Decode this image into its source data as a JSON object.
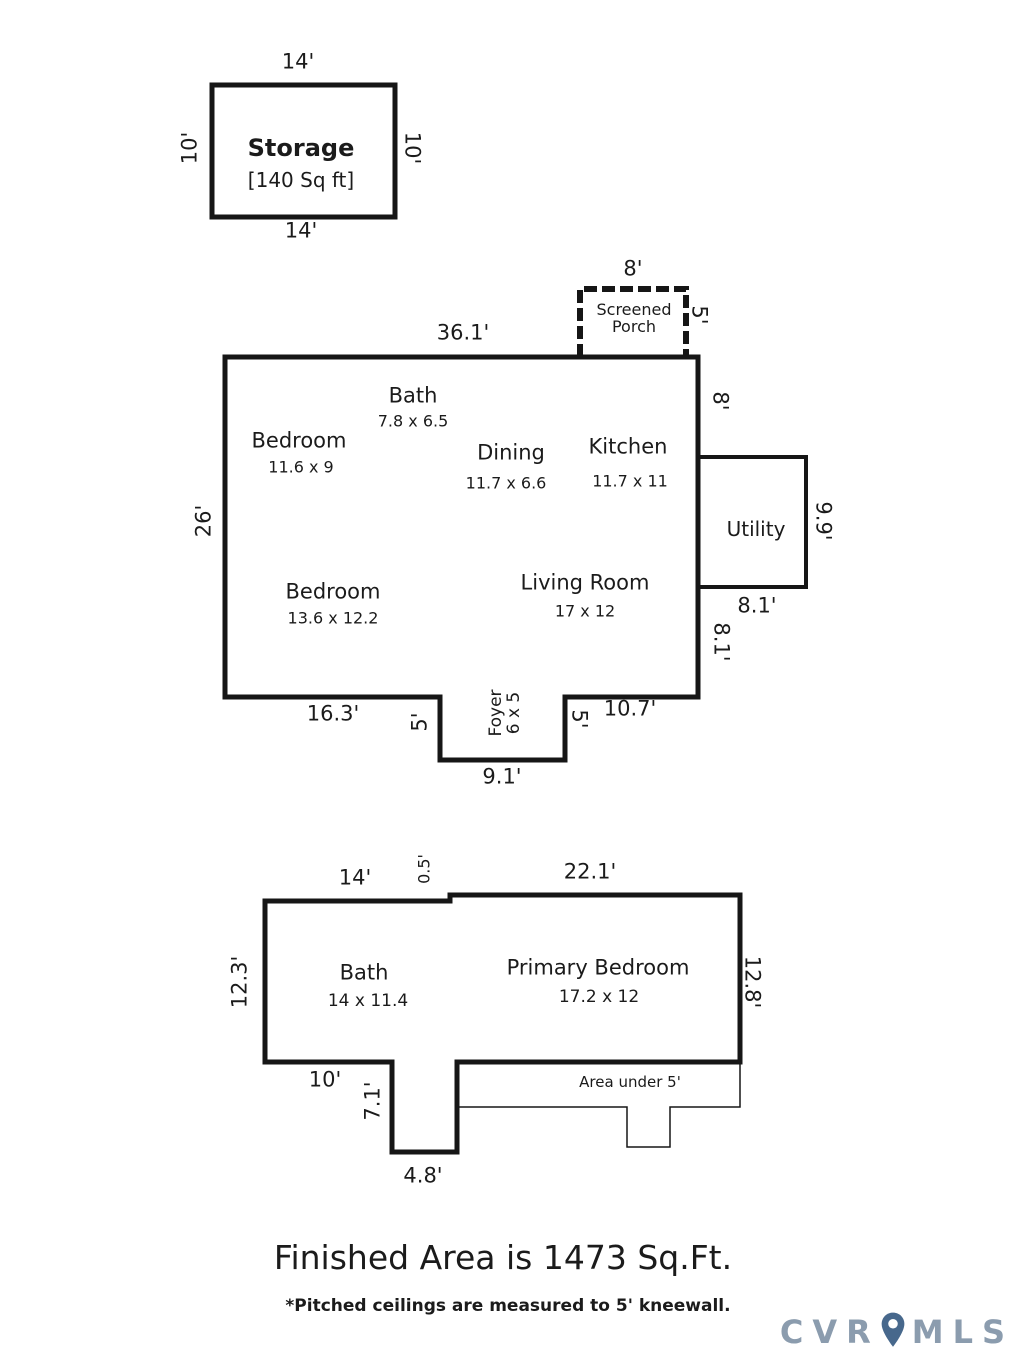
{
  "storage": {
    "title": "Storage",
    "area": "[140 Sq ft]",
    "top": "14'",
    "bottom": "14'",
    "left": "10'",
    "right": "10'"
  },
  "main": {
    "top": "36.1'",
    "left": "26'",
    "porch_top": "8'",
    "porch_name_1": "Screened",
    "porch_name_2": "Porch",
    "porch_right": "5'",
    "right_upper": "8'",
    "utility_name": "Utility",
    "utility_right": "9.9'",
    "utility_bottom": "8.1'",
    "right_lower": "8.1'",
    "rooms": [
      {
        "name": "Bath",
        "dims": "7.8 x 6.5"
      },
      {
        "name": "Bedroom",
        "dims": "11.6 x 9"
      },
      {
        "name": "Dining",
        "dims": "11.7 x 6.6"
      },
      {
        "name": "Kitchen",
        "dims": "11.7 x 11"
      },
      {
        "name": "Bedroom",
        "dims": "13.6 x 12.2"
      },
      {
        "name": "Living Room",
        "dims": "17 x 12"
      }
    ],
    "bottom_left": "16.3'",
    "notch_left": "5'",
    "foyer_name": "Foyer",
    "foyer_dims": "6 x 5",
    "notch_right": "5'",
    "bottom_right": "10.7'",
    "notch_bottom": "9.1'"
  },
  "upper": {
    "top_left": "14'",
    "top_step": "0.5'",
    "top_right": "22.1'",
    "left": "12.3'",
    "right": "12.8'",
    "rooms": [
      {
        "name": "Bath",
        "dims": "14 x 11.4"
      },
      {
        "name": "Primary Bedroom",
        "dims": "17.2 x 12"
      }
    ],
    "bottom_left": "10'",
    "notch_depth": "7.1'",
    "notch_width": "4.8'",
    "area_under": "Area under 5'"
  },
  "footer": {
    "finished": "Finished Area is 1473 Sq.Ft.",
    "note": "*Pitched ceilings are measured to 5' kneewall."
  },
  "logo": {
    "prefix": "CVR",
    "suffix": "MLS"
  },
  "colors": {
    "wall": "#161616",
    "logo_letters": "#8b9cae",
    "logo_pin": "#47688c"
  }
}
